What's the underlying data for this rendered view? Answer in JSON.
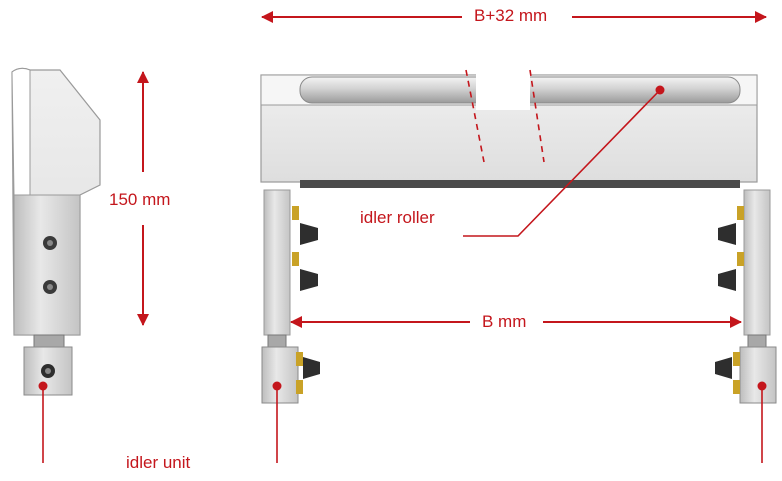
{
  "labels": {
    "width_total": "B+32 mm",
    "height": "150 mm",
    "idler_roller": "idler roller",
    "width_inner": "B mm",
    "idler_unit": "idler unit"
  },
  "colors": {
    "annotation": "#c4161c",
    "metal_light": "#e6e6e6",
    "metal_mid": "#c8c8c8",
    "metal_dark": "#8a8a8a",
    "belt": "#4a4a4a",
    "knob": "#2e2e2e",
    "brass": "#c9a227"
  }
}
